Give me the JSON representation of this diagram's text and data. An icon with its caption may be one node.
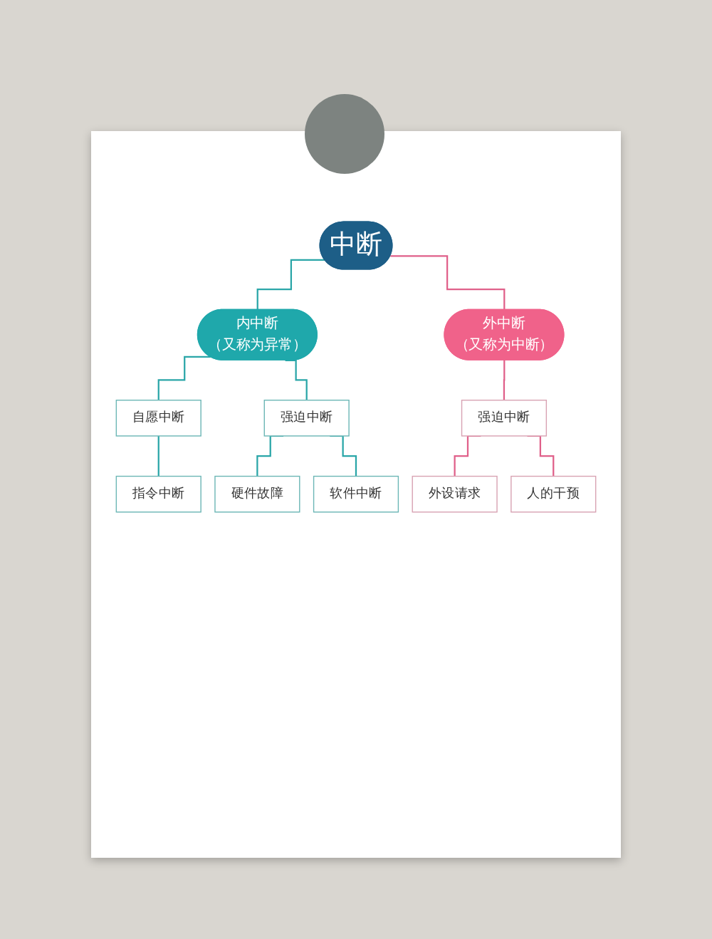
{
  "diagram": {
    "nodes": [
      {
        "text": [
          "中断"
        ]
      },
      {
        "text": [
          "内中断",
          "（又称为异常）"
        ]
      },
      {
        "text": [
          "外中断",
          "（又称为中断）"
        ]
      },
      {
        "text": [
          "自愿中断"
        ]
      },
      {
        "text": [
          "强迫中断"
        ]
      },
      {
        "text": [
          "强迫中断"
        ]
      },
      {
        "text": [
          "指令中断"
        ]
      },
      {
        "text": [
          "硬件故障"
        ]
      },
      {
        "text": [
          "软件中断"
        ]
      },
      {
        "text": [
          "外设请求"
        ]
      },
      {
        "text": [
          "人的干预"
        ]
      }
    ],
    "edges": [
      {
        "from": 0,
        "to": 1,
        "arrow": "none"
      },
      {
        "from": 0,
        "to": 2,
        "arrow": "none",
        "color": "#e0608a"
      },
      {
        "from": 1,
        "to": 3,
        "arrow": "none"
      },
      {
        "from": 1,
        "to": 4,
        "arrow": "none"
      },
      {
        "from": 2,
        "to": 5,
        "arrow": "none",
        "color": "#e0608a"
      },
      {
        "from": 3,
        "to": 6,
        "arrow": "none"
      },
      {
        "from": 4,
        "to": 7,
        "arrow": "none"
      },
      {
        "from": 4,
        "to": 8,
        "arrow": "none"
      },
      {
        "from": 5,
        "to": 9,
        "arrow": "none",
        "color": "#e0608a"
      },
      {
        "from": 5,
        "to": 10,
        "arrow": "none",
        "color": "#e0608a"
      }
    ]
  }
}
